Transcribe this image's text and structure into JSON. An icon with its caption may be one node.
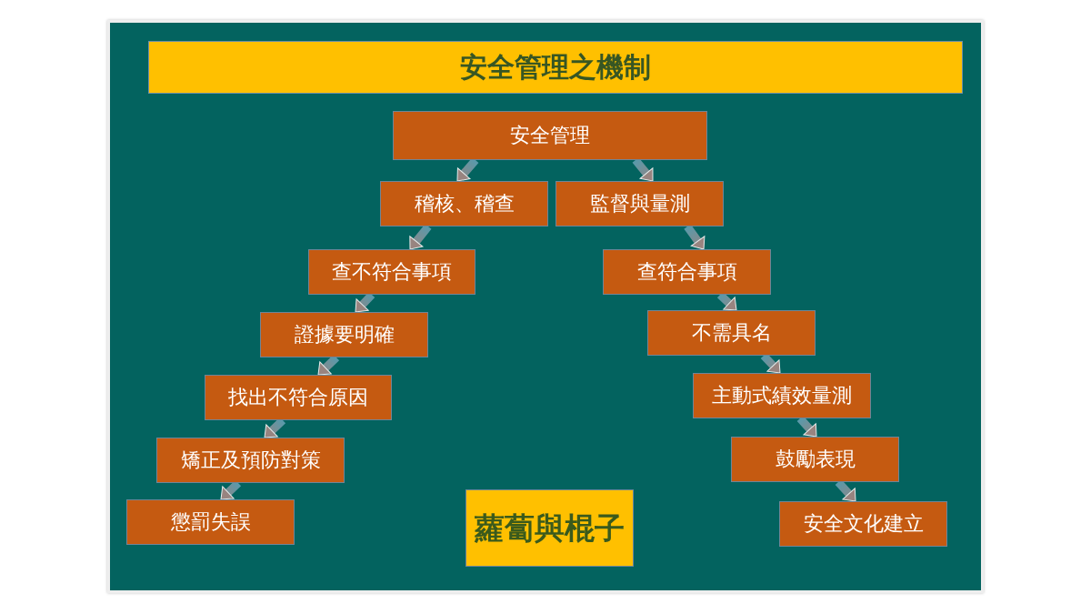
{
  "diagram": {
    "title": "安全管理之機制",
    "nodes": [
      {
        "text": [
          "安全管理"
        ]
      },
      {
        "text": [
          "稽核、稽查"
        ]
      },
      {
        "text": [
          "監督與量測"
        ]
      },
      {
        "text": [
          "查不符合事項"
        ]
      },
      {
        "text": [
          "證據要明確"
        ]
      },
      {
        "text": [
          "找出不符合原因"
        ]
      },
      {
        "text": [
          "矯正及預防對策"
        ]
      },
      {
        "text": [
          "懲罰失誤"
        ]
      },
      {
        "text": [
          "查符合事項"
        ]
      },
      {
        "text": [
          "不需具名"
        ]
      },
      {
        "text": [
          "主動式績效量測"
        ]
      },
      {
        "text": [
          "鼓勵表現"
        ]
      },
      {
        "text": [
          "安全文化建立"
        ]
      },
      {
        "text": [
          "蘿蔔與棍子"
        ]
      }
    ],
    "edges": [
      {
        "from": 0,
        "to": 1,
        "arrow": "to"
      },
      {
        "from": 0,
        "to": 2,
        "arrow": "to"
      },
      {
        "from": 1,
        "to": 3,
        "arrow": "to"
      },
      {
        "from": 3,
        "to": 4,
        "arrow": "to"
      },
      {
        "from": 4,
        "to": 5,
        "arrow": "to"
      },
      {
        "from": 5,
        "to": 6,
        "arrow": "to"
      },
      {
        "from": 6,
        "to": 7,
        "arrow": "to"
      },
      {
        "from": 2,
        "to": 8,
        "arrow": "to"
      },
      {
        "from": 8,
        "to": 9,
        "arrow": "to"
      },
      {
        "from": 9,
        "to": 10,
        "arrow": "to"
      },
      {
        "from": 10,
        "to": 11,
        "arrow": "to"
      },
      {
        "from": 11,
        "to": 12,
        "arrow": "to"
      }
    ]
  }
}
